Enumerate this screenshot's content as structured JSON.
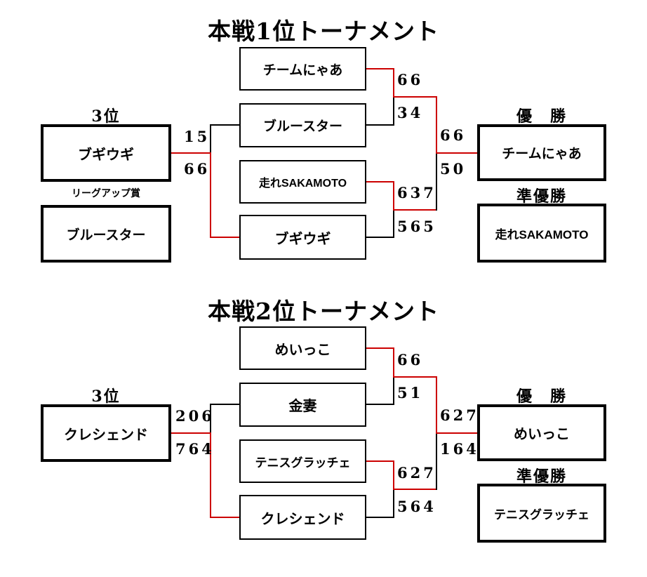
{
  "page": {
    "background": "#ffffff",
    "line_color_default": "#000000",
    "line_color_winner": "#cc0000"
  },
  "brackets": [
    {
      "id": "bracket-1",
      "title": "本戦1位トーナメント",
      "left_side": {
        "top_caption": "3位",
        "top_team": "ブギウギ",
        "middle_caption": "リーグアップ賞",
        "bottom_team": "ブルースター",
        "scores": {
          "upper": "15",
          "lower": "66"
        }
      },
      "competitors": [
        {
          "slot": 1,
          "name": "チームにゃあ"
        },
        {
          "slot": 2,
          "name": "ブルースター"
        },
        {
          "slot": 3,
          "name": "走れSAKAMOTO"
        },
        {
          "slot": 4,
          "name": "ブギウギ"
        }
      ],
      "semifinal_scores": {
        "top_match_upper": "66",
        "top_match_lower": "34",
        "bottom_match_upper": "637",
        "bottom_match_lower": "565"
      },
      "final_scores": {
        "upper": "66",
        "lower": "50"
      },
      "results": {
        "champion_caption": "優　勝",
        "champion": "チームにゃあ",
        "runnerup_caption": "準優勝",
        "runnerup": "走れSAKAMOTO"
      }
    },
    {
      "id": "bracket-2",
      "title": "本戦2位トーナメント",
      "left_side": {
        "top_caption": "3位",
        "top_team": "クレシェンド",
        "scores": {
          "upper": "206",
          "lower": "764"
        }
      },
      "competitors": [
        {
          "slot": 1,
          "name": "めいっこ"
        },
        {
          "slot": 2,
          "name": "金妻"
        },
        {
          "slot": 3,
          "name": "テニスグラッチェ"
        },
        {
          "slot": 4,
          "name": "クレシェンド"
        }
      ],
      "semifinal_scores": {
        "top_match_upper": "66",
        "top_match_lower": "51",
        "bottom_match_upper": "627",
        "bottom_match_lower": "564"
      },
      "final_scores": {
        "upper": "627",
        "lower": "164"
      },
      "results": {
        "champion_caption": "優　勝",
        "champion": "めいっこ",
        "runnerup_caption": "準優勝",
        "runnerup": "テニスグラッチェ"
      }
    }
  ]
}
